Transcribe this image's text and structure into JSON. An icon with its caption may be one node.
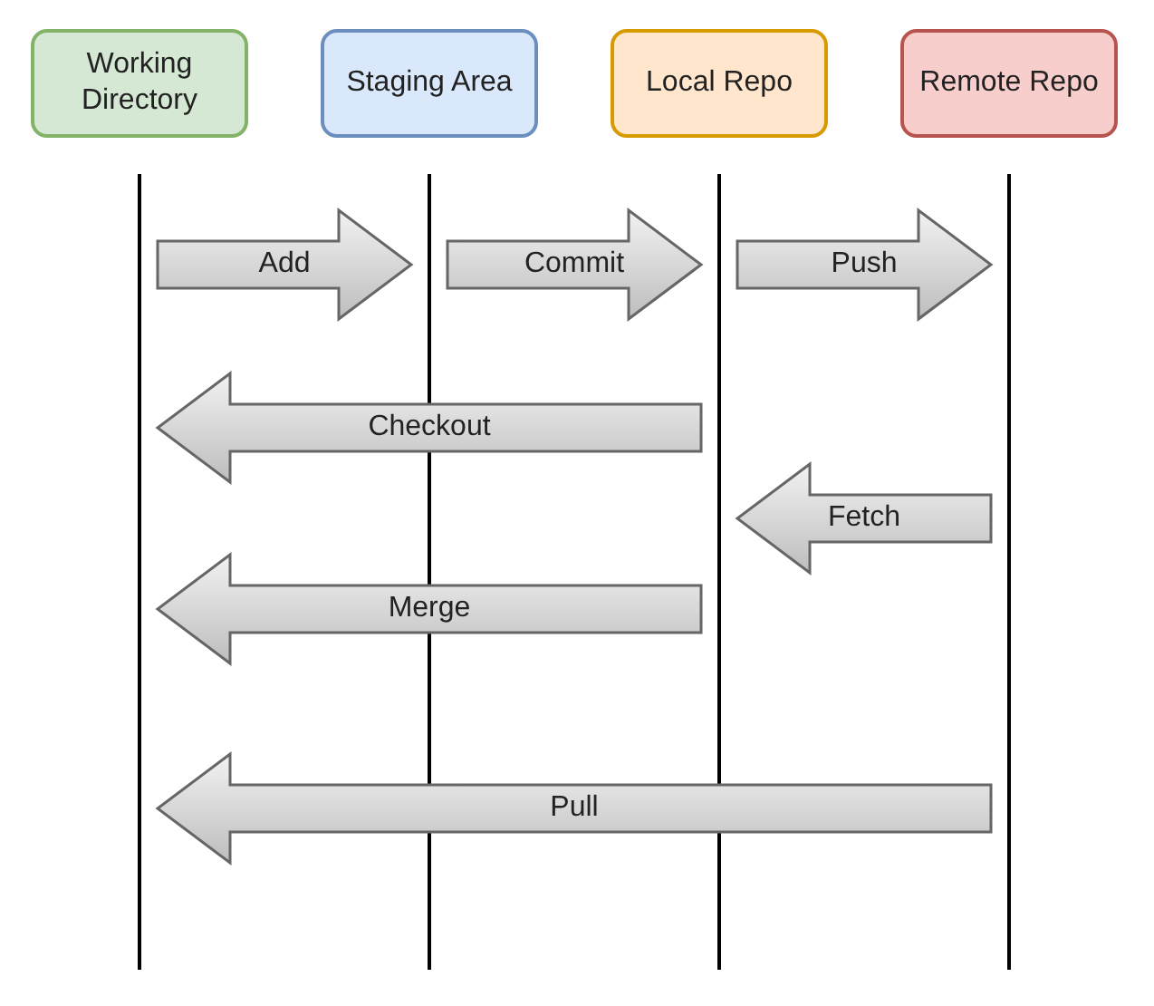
{
  "diagram": {
    "nodes": [
      {
        "text": [
          "Working Directory"
        ]
      },
      {
        "text": [
          "Staging Area"
        ]
      },
      {
        "text": [
          "Local Repo"
        ]
      },
      {
        "text": [
          "Remote Repo"
        ]
      }
    ],
    "edges": [
      {
        "from": 0,
        "to": 1,
        "arrow": "to",
        "label": "Add"
      },
      {
        "from": 1,
        "to": 2,
        "arrow": "to",
        "label": "Commit"
      },
      {
        "from": 2,
        "to": 3,
        "arrow": "to",
        "label": "Push"
      },
      {
        "from": 2,
        "to": 0,
        "arrow": "to",
        "label": "Checkout"
      },
      {
        "from": 3,
        "to": 2,
        "arrow": "to",
        "label": "Fetch"
      },
      {
        "from": 2,
        "to": 0,
        "arrow": "to",
        "label": "Merge"
      },
      {
        "from": 3,
        "to": 0,
        "arrow": "to",
        "label": "Pull"
      }
    ]
  }
}
